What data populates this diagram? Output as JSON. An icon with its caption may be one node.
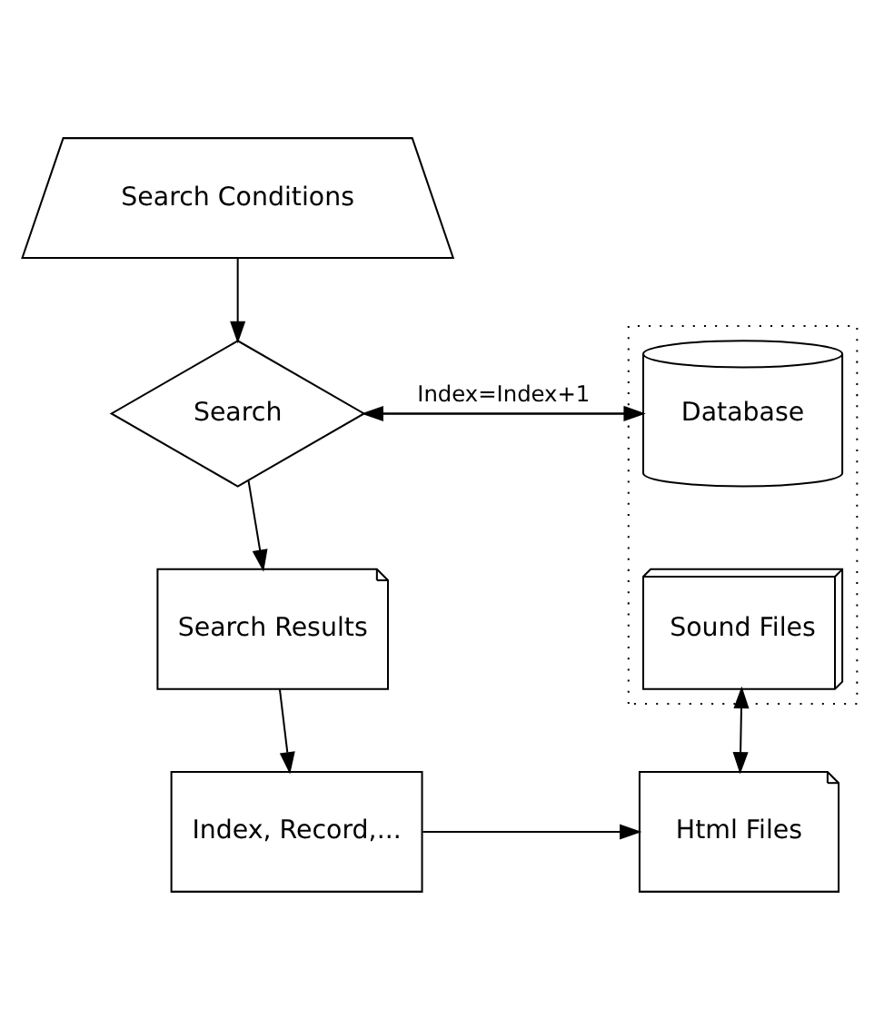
{
  "diagram": {
    "nodes": [
      {
        "text": [
          "Search Conditions"
        ]
      },
      {
        "text": [],
        "shape": "box"
      },
      {
        "text": [
          "Database"
        ],
        "in": 1
      },
      {
        "text": [
          "Search"
        ]
      },
      {
        "text": [
          "Sound Files"
        ],
        "in": 1
      },
      {
        "text": [
          "Search Results"
        ]
      },
      {
        "text": [
          "Index, Record,..."
        ]
      },
      {
        "text": [
          "Html Files"
        ]
      }
    ],
    "edges": [
      {
        "from": 0,
        "to": 3,
        "arrow": "to"
      },
      {
        "from": 2,
        "to": 3,
        "arrow": "to"
      },
      {
        "from": 3,
        "to": 2,
        "arrow": "to",
        "label": "Index=Index+1"
      },
      {
        "from": 3,
        "to": 5,
        "arrow": "to"
      },
      {
        "from": 5,
        "to": 6,
        "arrow": "to"
      },
      {
        "from": 6,
        "to": 7,
        "arrow": "to"
      },
      {
        "from": 4,
        "to": 7,
        "arrow": "both"
      }
    ]
  }
}
